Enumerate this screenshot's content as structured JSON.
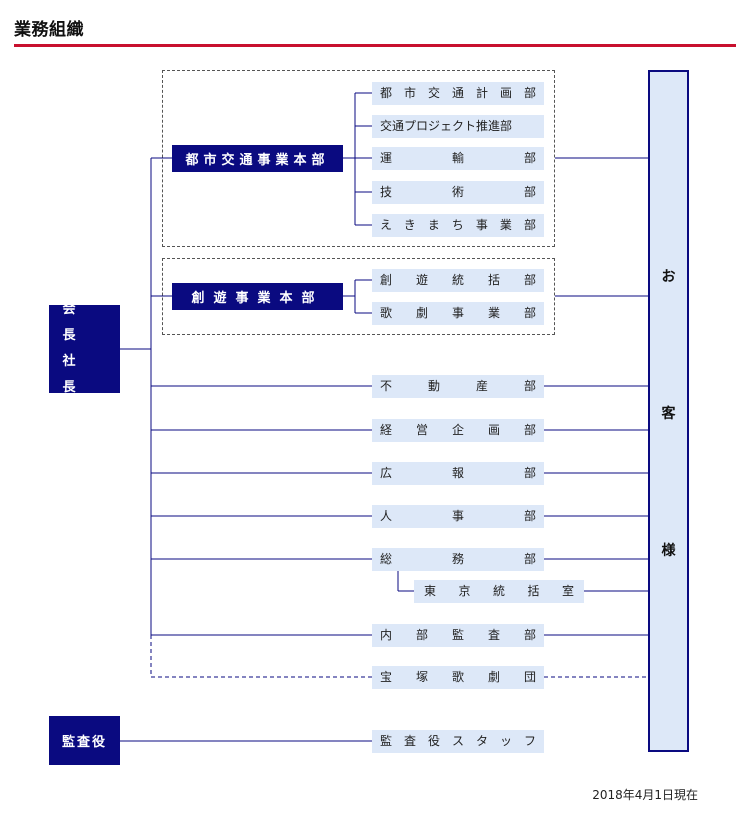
{
  "page": {
    "title": "業務組織",
    "as_of": "2018年4月1日現在"
  },
  "top": {
    "chairman": "会　長",
    "president": "社　長",
    "auditor": "監査役"
  },
  "divisions": {
    "urban_transport": {
      "label": "都市交通事業本部",
      "departments": [
        "都市交通計画部",
        "交通プロジェクト推進部",
        "運輸部",
        "技術部",
        "えきまち事業部"
      ]
    },
    "entertainment": {
      "label": "創遊事業本部",
      "departments": [
        "創遊統括部",
        "歌劇事業部"
      ]
    }
  },
  "departments": {
    "real_estate": "不動産部",
    "corporate_planning": "経営企画部",
    "public_relations": "広報部",
    "human_resources": "人事部",
    "general_affairs": "総務部",
    "tokyo_office": "東京統括室",
    "internal_audit": "内部監査部",
    "takarazuka": "宝塚歌劇団",
    "audit_staff": "監査役スタッフ"
  },
  "customer": {
    "chars": [
      "お",
      "客",
      "様"
    ]
  },
  "colors": {
    "dark": "#0a0a80",
    "light": "#dde8f8",
    "accent": "#c8102e"
  }
}
